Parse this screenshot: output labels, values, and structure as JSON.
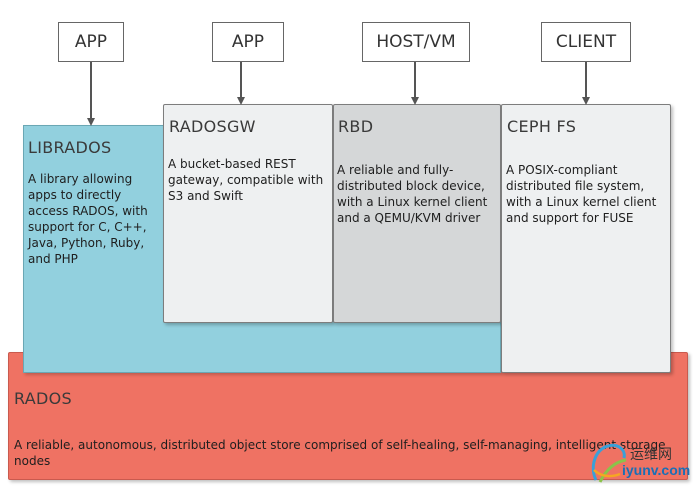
{
  "clients": [
    {
      "label": "APP"
    },
    {
      "label": "APP"
    },
    {
      "label": "HOST/VM"
    },
    {
      "label": "CLIENT"
    }
  ],
  "layers": {
    "librados": {
      "title": "LIBRADOS",
      "description": "A library allowing apps to directly access RADOS, with support for C, C++, Java, Python, Ruby, and PHP",
      "color": "#92d0de"
    },
    "radosgw": {
      "title": "RADOSGW",
      "description": "A bucket-based REST gateway, compatible with S3 and Swift",
      "color": "#eef0f1"
    },
    "rbd": {
      "title": "RBD",
      "description": "A reliable and fully-distributed block device, with a Linux kernel client and a QEMU/KVM driver",
      "color": "#d5d7d8"
    },
    "cephfs": {
      "title": "CEPH FS",
      "description": "A POSIX-compliant distributed file system, with a Linux kernel client and support for FUSE",
      "color": "#eef0f1"
    },
    "rados": {
      "title": "RADOS",
      "description": "A reliable, autonomous, distributed object store comprised of self-healing, self-managing, intelligent storage nodes",
      "color": "#ef7263"
    }
  },
  "watermark": {
    "text_cn": "运维网",
    "url": "iyunv.com"
  }
}
